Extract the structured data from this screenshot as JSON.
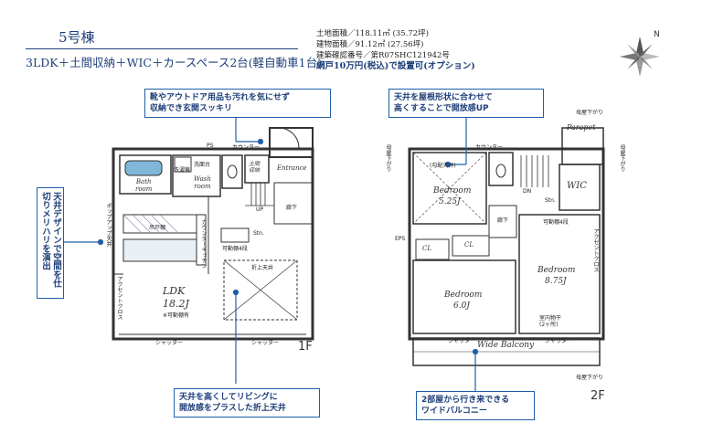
{
  "header": {
    "title": "5号棟",
    "subtitle": "3LDK＋土間収納＋WIC＋カースペース2台(軽自動車1台)"
  },
  "property": {
    "land_area": "土地面積／118.11㎡ (35.72坪)",
    "building_area": "建物面積／91.12㎡ (27.56坪)",
    "confirmation_no": "建築確認番号／第R07SHC121942号",
    "option_note": "網戸10万円(税込)で設置可(オプション)"
  },
  "callouts": {
    "entrance": "靴やアウトドア用品も汚れを気にせず\n収納でき玄関スッキリ",
    "ceiling_2f": "天井を屋根形状に合わせて\n高くすることで開放感UP",
    "living_ceiling": "天井を高くしてリビングに\n開放感をプラスした折上天井",
    "balcony": "2部屋から行き来できる\nワイドバルコニー",
    "left_side": "天井デザインで空間を仕切りメリハリを演出"
  },
  "floor1": {
    "label": "1F",
    "rooms": {
      "bath": "Bath\nroom",
      "wash": "Wash\nroom",
      "entrance": "Entrance",
      "ldk": "LDK",
      "ldk_size": "18.2J",
      "earth_storage": "土間\n収納"
    },
    "labels": {
      "ps": "PS",
      "counter": "カウンター",
      "up": "UP",
      "hall": "廊下",
      "storage_4": "可動棚4段",
      "stn": "Stn.",
      "orihage": "折上天井",
      "shutter_l": "シャッター",
      "shutter_r": "シャッター",
      "washing": "洗濯機",
      "wash_basin": "洗面台",
      "pop_ceiling": "ポップアップ天井",
      "accent_cross": "アクセントクロス",
      "cabinet": "吊戸棚",
      "counter2": "カウンターキッチン",
      "movable": "※可動棚有"
    }
  },
  "floor2": {
    "label": "2F",
    "rooms": {
      "bedroom1": "Bedroom",
      "bedroom1_size": "5.25J",
      "bedroom2": "Bedroom",
      "bedroom2_size": "6.0J",
      "bedroom3": "Bedroom",
      "bedroom3_size": "8.75J",
      "wic": "WIC",
      "parapet": "Parapet",
      "balcony": "Wide Balcony",
      "cl1": "CL",
      "cl2": "CL"
    },
    "labels": {
      "counter": "カウンター",
      "slope_ceiling": "(勾配天井)",
      "dn": "DN",
      "hall": "廊下",
      "storage_4": "可動棚4段",
      "eps": "EPS",
      "stn": "Stn.",
      "shutter_l": "シャッター",
      "shutter_r": "シャッター",
      "eave_down_top": "母屋下がり",
      "eave_down_bottom": "母屋下がり",
      "ceiling_down_left": "母屋下がり",
      "ceiling_down_right": "母屋下がり",
      "accent_cross": "アクセントクロス",
      "closet_note": "室内物干\n(2ヶ所)"
    }
  },
  "colors": {
    "accent": "#1e5fa8",
    "title": "#1e3f7a",
    "bath_blue": "#7fb6d9",
    "wall": "#333333"
  },
  "compass": "compass-icon"
}
